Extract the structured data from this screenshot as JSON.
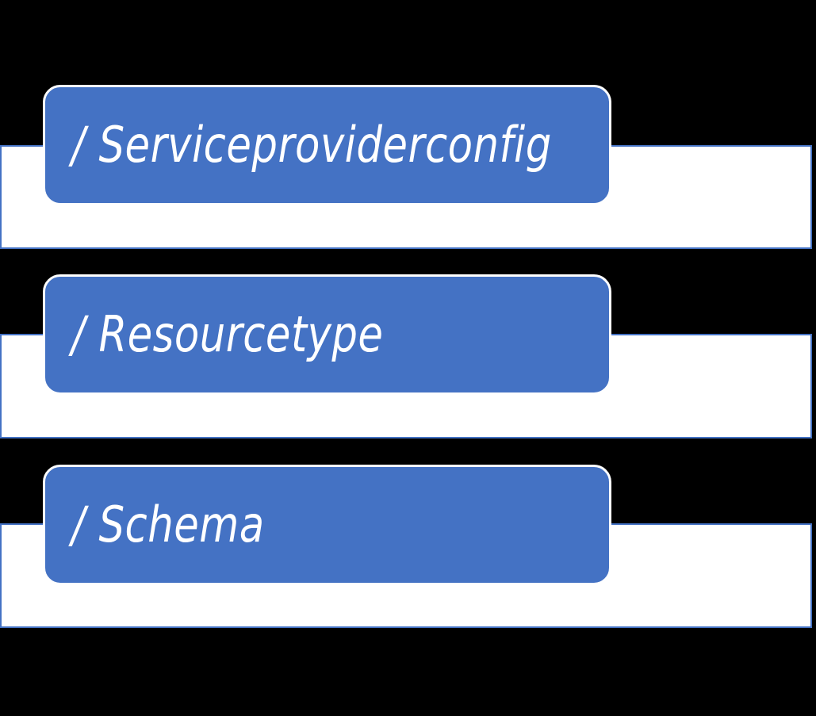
{
  "diagram": {
    "type": "flow-node-list",
    "background_color": "#000000",
    "node_fill_color": "#4472C4",
    "node_outline_color": "#FFFFFF",
    "band_fill_color": "#FFFFFF",
    "band_border_color": "#4472C4",
    "label_color": "#FFFFFF",
    "nodes": [
      {
        "label": "/ Serviceproviderconfig"
      },
      {
        "label": "/ Resourcetype"
      },
      {
        "label": "/ Schema"
      }
    ],
    "bands": [
      {
        "name": "band-row-1"
      },
      {
        "name": "band-row-2"
      },
      {
        "name": "band-row-3"
      }
    ]
  }
}
